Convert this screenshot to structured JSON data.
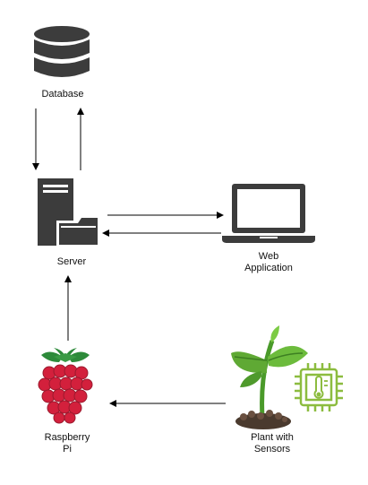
{
  "nodes": {
    "database": {
      "label": "Database",
      "icon": "database-icon"
    },
    "server": {
      "label": "Server",
      "icon": "server-icon"
    },
    "web_app": {
      "label": "Web\nApplication",
      "icon": "laptop-icon"
    },
    "raspberry_pi": {
      "label": "Raspberry\nPi",
      "icon": "raspberry-icon"
    },
    "plant": {
      "label": "Plant with\nSensors",
      "icon": "plant-icon"
    },
    "sensor": {
      "icon": "temperature-sensor-chip-icon"
    }
  },
  "edges": [
    {
      "from": "database",
      "to": "server"
    },
    {
      "from": "server",
      "to": "database"
    },
    {
      "from": "server",
      "to": "web_app"
    },
    {
      "from": "web_app",
      "to": "server"
    },
    {
      "from": "raspberry_pi",
      "to": "server"
    },
    {
      "from": "plant",
      "to": "raspberry_pi"
    }
  ],
  "colors": {
    "icon_dark": "#3c3c3c",
    "raspberry_red": "#d3203c",
    "raspberry_green": "#2d8a3a",
    "plant_green": "#5fa934",
    "sensor_green": "#8cbc3f",
    "soil_brown": "#4a3a2e",
    "arrow": "#000000"
  }
}
